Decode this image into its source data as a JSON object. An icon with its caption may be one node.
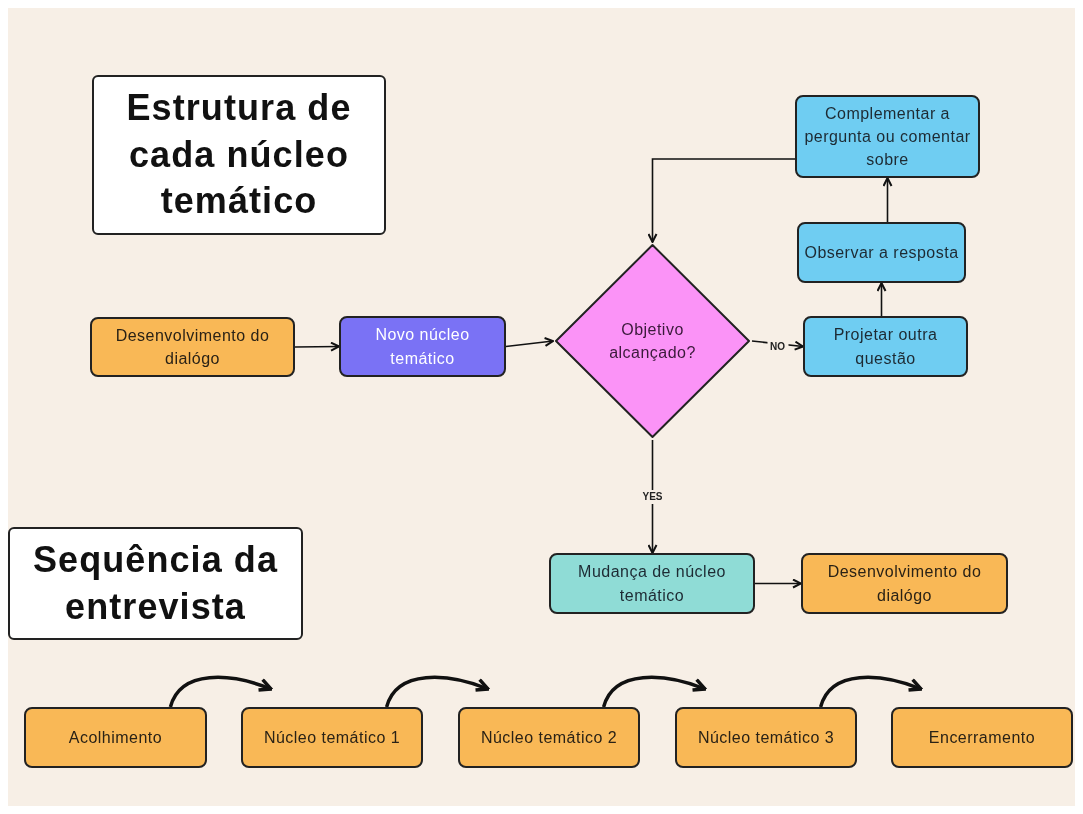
{
  "diagram": {
    "nodes": [
      {
        "text": [
          "Estrutura de cada núcleo temático"
        ]
      },
      {
        "text": [
          "Complementar a pergunta ou comentar sobre"
        ]
      },
      {
        "text": [
          "Observar a resposta"
        ]
      },
      {
        "text": [
          "Desenvolvimento do dialógo"
        ]
      },
      {
        "text": [
          "Novo núcleo temático"
        ]
      },
      {
        "text": [
          "Objetivo alcançado?"
        ]
      },
      {
        "text": [
          "Projetar outra questão"
        ]
      },
      {
        "text": [
          "Sequência da entrevista"
        ]
      },
      {
        "text": [
          "Mudança de núcleo temático"
        ]
      },
      {
        "text": [
          "Desenvolvimento do dialógo"
        ]
      },
      {
        "text": [
          "Acolhimento"
        ]
      },
      {
        "text": [
          "Núcleo temático 1"
        ]
      },
      {
        "text": [
          "Núcleo temático 2"
        ]
      },
      {
        "text": [
          "Núcleo temático 3"
        ]
      },
      {
        "text": [
          "Encerramento"
        ]
      }
    ],
    "edges": [
      {
        "from": 3,
        "to": 4,
        "arrow": "to"
      },
      {
        "from": 4,
        "to": 5,
        "arrow": "to"
      },
      {
        "from": 5,
        "to": 6,
        "arrow": "to",
        "label": "NO"
      },
      {
        "from": 6,
        "to": 2,
        "arrow": "to"
      },
      {
        "from": 2,
        "to": 1,
        "arrow": "to"
      },
      {
        "from": 1,
        "to": 5,
        "arrow": "to"
      },
      {
        "from": 5,
        "to": 8,
        "arrow": "to",
        "label": "YES"
      },
      {
        "from": 8,
        "to": 9,
        "arrow": "to"
      },
      {
        "from": 10,
        "to": 11,
        "arrow": "to",
        "style": "thick"
      },
      {
        "from": 11,
        "to": 12,
        "arrow": "to",
        "style": "thick"
      },
      {
        "from": 12,
        "to": 13,
        "arrow": "to",
        "style": "thick"
      },
      {
        "from": 13,
        "to": 14,
        "arrow": "to",
        "style": "thick"
      }
    ]
  }
}
